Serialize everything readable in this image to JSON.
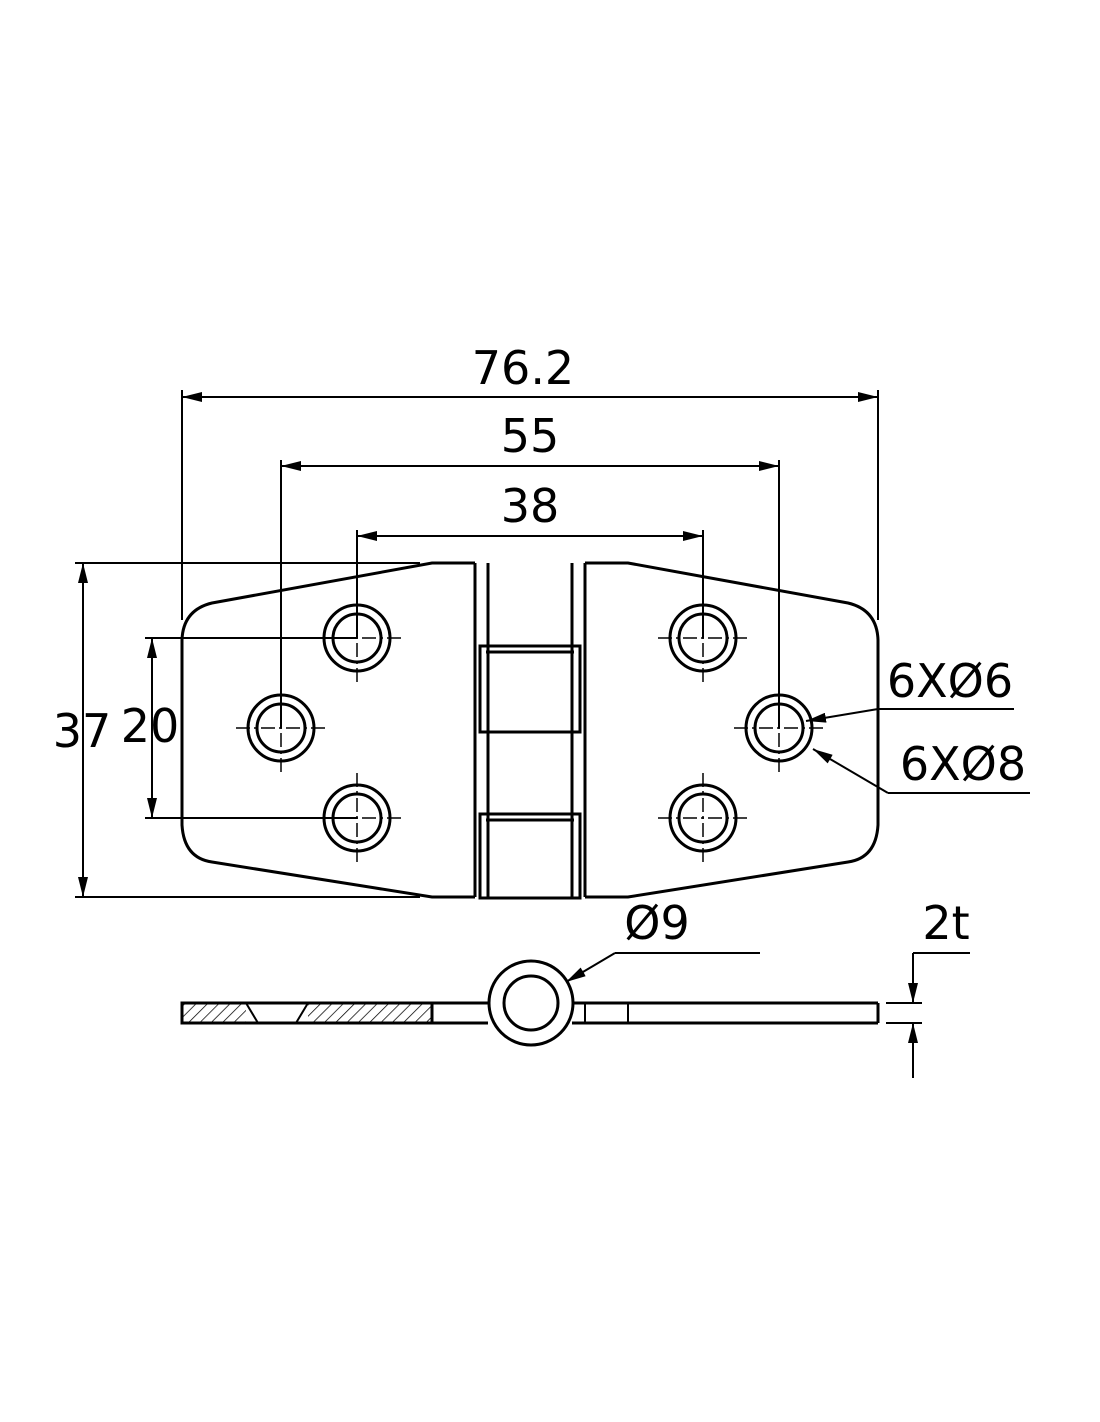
{
  "dimensions": {
    "overall_length": "76.2",
    "outer_hole_spacing": "55",
    "inner_hole_spacing": "38",
    "overall_width": "37",
    "hole_row_spacing": "20",
    "hole_small_callout": "6XØ6",
    "hole_large_callout": "6XØ8",
    "pin_diameter": "Ø9",
    "thickness": "2t"
  }
}
